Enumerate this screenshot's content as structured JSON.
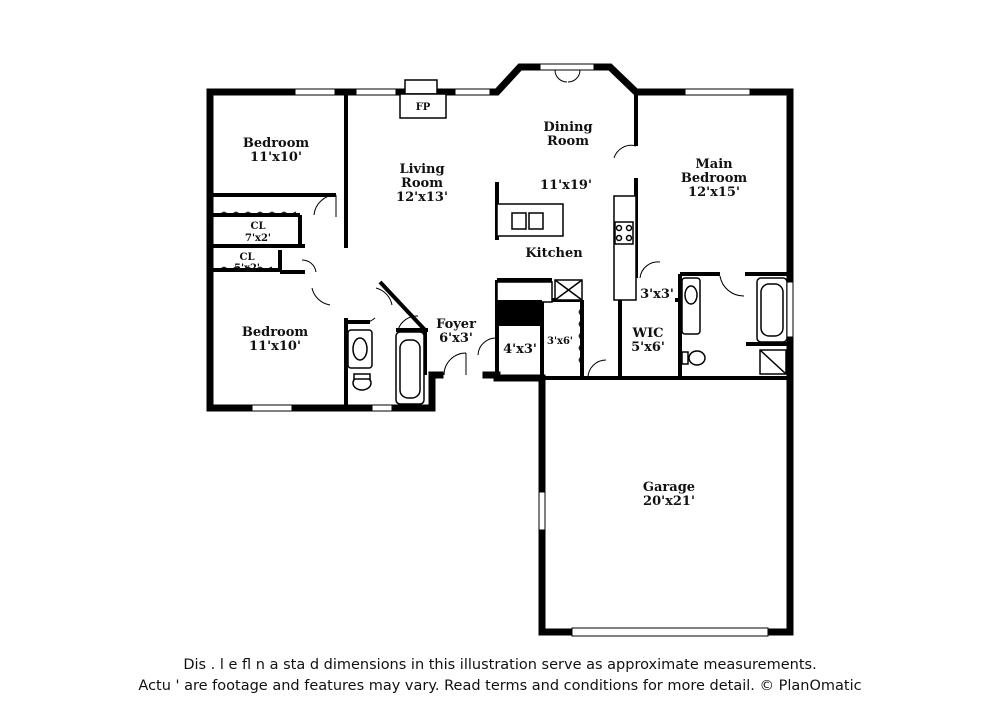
{
  "rooms": {
    "bedroom_top": {
      "name": "Bedroom",
      "dims": "11'x10'"
    },
    "closet_top": {
      "name": "CL",
      "dims": "7'x2'"
    },
    "closet_small": {
      "name": "CL",
      "dims": "5'x2'"
    },
    "bedroom_bottom": {
      "name": "Bedroom",
      "dims": "11'x10'"
    },
    "living": {
      "name_line1": "Living",
      "name_line2": "Room",
      "dims": "12'x13'"
    },
    "fireplace": {
      "name": "FP"
    },
    "dining": {
      "name_line1": "Dining",
      "name_line2": "Room"
    },
    "kitchen_dining_dims": "11'x19'",
    "kitchen": {
      "name": "Kitchen"
    },
    "main_bedroom": {
      "name_line1": "Main",
      "name_line2": "Bedroom",
      "dims": "12'x15'"
    },
    "foyer": {
      "name": "Foyer",
      "dims": "6'x3'"
    },
    "laundry": {
      "dims": "4'x3'"
    },
    "pantry": {
      "dims": "3'x6'"
    },
    "closet_main": {
      "dims": "3'x3'"
    },
    "wic": {
      "name": "WIC",
      "dims": "5'x6'"
    },
    "garage": {
      "name": "Garage",
      "dims": "20'x21'"
    }
  },
  "disclaimer": {
    "line1": "Dis      .  l e fl    n  a     sta    d dimensions in this illustration serve as approximate measurements.",
    "line2": "Actu    ' are footage and features may vary. Read terms and conditions for more detail. © PlanOmatic"
  }
}
